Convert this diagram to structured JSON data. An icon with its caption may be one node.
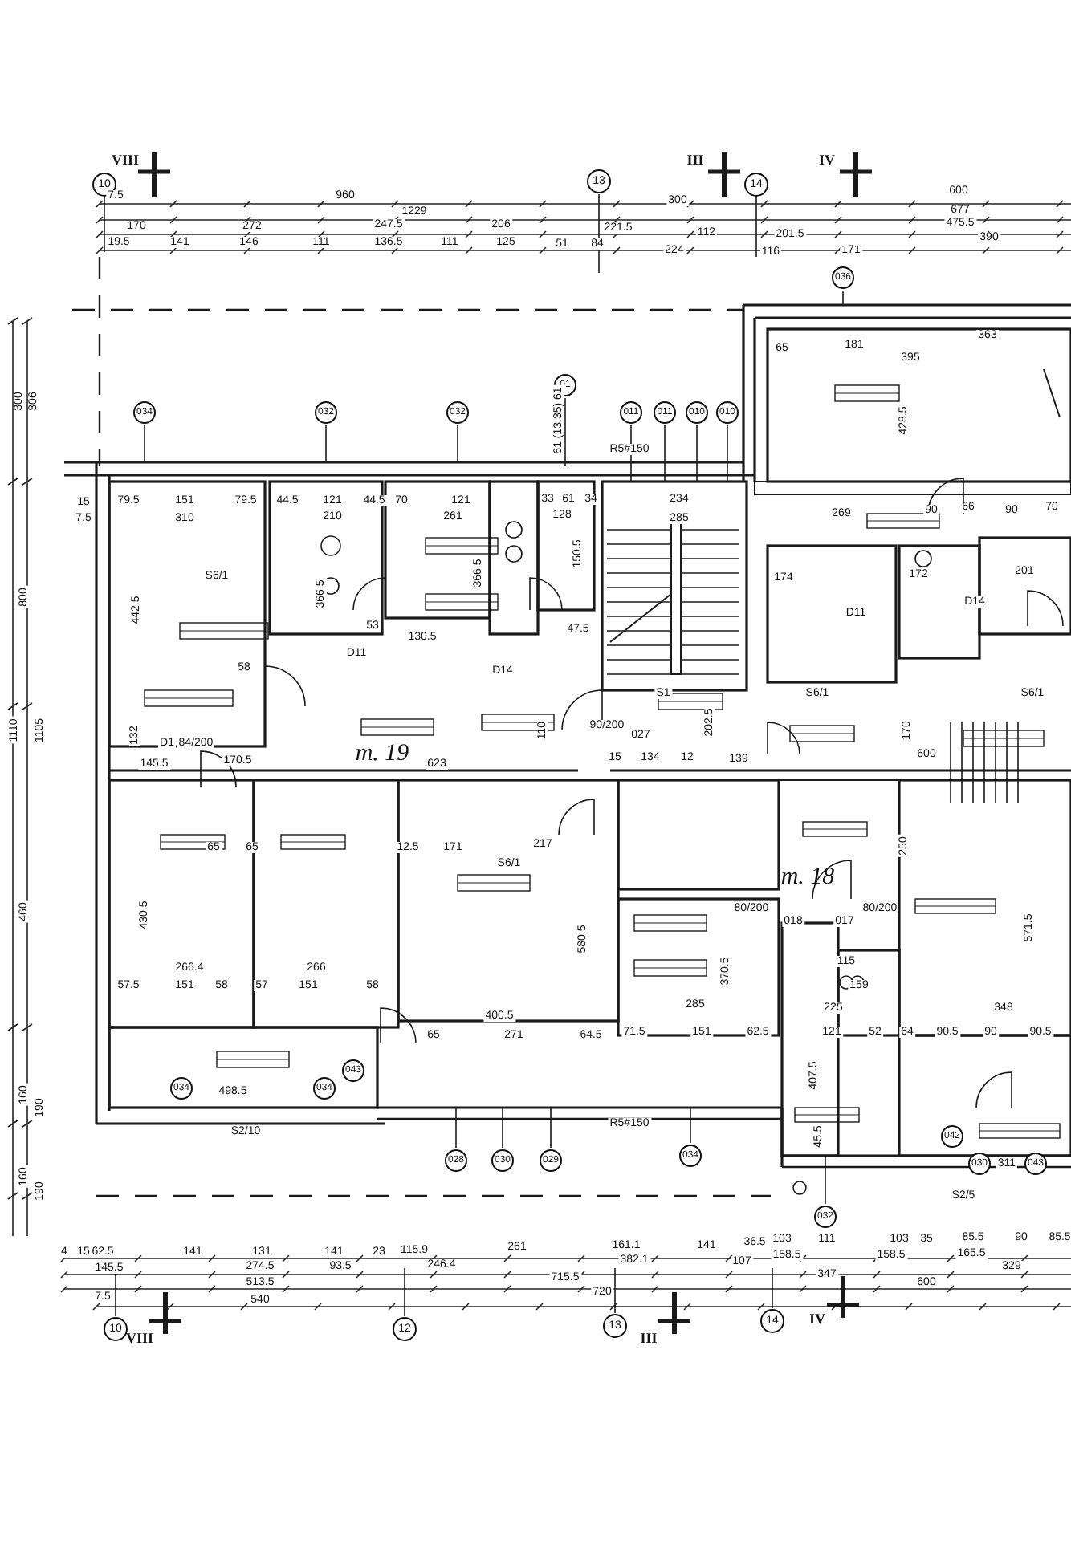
{
  "diagram": {
    "labels": [
      "10",
      "VIII",
      "13",
      "III",
      "14",
      "IV",
      "7.5",
      "960",
      "300",
      "600",
      "1229",
      "677",
      "170",
      "272",
      "247.5",
      "206",
      "221.5",
      "112",
      "201.5",
      "475.5",
      "19.5",
      "141",
      "146",
      "111",
      "136.5",
      "111",
      "125",
      "51",
      "84",
      "224",
      "116",
      "171",
      "390",
      "036",
      "034",
      "032",
      "032",
      "01",
      "011",
      "011",
      "010",
      "010",
      "61 (13.35) 61",
      "R5#150",
      "65",
      "181",
      "363",
      "395",
      "428.5",
      "300",
      "306",
      "800",
      "1110",
      "1105",
      "460",
      "160",
      "190",
      "160",
      "190",
      "15",
      "79.5",
      "151",
      "79.5",
      "7.5",
      "310",
      "442.5",
      "S6/1",
      "58",
      "145.5",
      "170.5",
      "132",
      "D1",
      "84/200",
      "44.5",
      "121",
      "44.5",
      "210",
      "366.5",
      "53",
      "70",
      "121",
      "261",
      "366.5",
      "130.5",
      "33",
      "61",
      "34",
      "128",
      "150.5",
      "47.5",
      "234",
      "285",
      "202.5",
      "S1",
      "90/200",
      "027",
      "m. 19",
      "623",
      "110",
      "15",
      "134",
      "12",
      "139",
      "D14",
      "D11",
      "269",
      "90",
      "66",
      "90",
      "70",
      "174",
      "172",
      "201",
      "D11",
      "D14",
      "S6/1",
      "S6/1",
      "600",
      "170",
      "65",
      "65",
      "430.5",
      "266.4",
      "266",
      "57.5",
      "151",
      "58",
      "57",
      "151",
      "58",
      "12.5",
      "171",
      "217",
      "S6/1",
      "580.5",
      "400.5",
      "65",
      "271",
      "64.5",
      "71.5",
      "151",
      "62.5",
      "285",
      "370.5",
      "498.5",
      "034",
      "034",
      "043",
      "S2/10",
      "R5#150",
      "028",
      "030",
      "029",
      "034",
      "m. 18",
      "80/200",
      "018",
      "80/200",
      "017",
      "250",
      "571.5",
      "115",
      "159",
      "225",
      "348",
      "121",
      "52",
      "64",
      "90.5",
      "90",
      "90.5",
      "407.5",
      "45.5",
      "042",
      "030",
      "311",
      "043",
      "S2/5",
      "032",
      "4",
      "15",
      "62.5",
      "141",
      "131",
      "141",
      "23",
      "115.9",
      "261",
      "161.1",
      "141",
      "36.5",
      "103",
      "111",
      "103",
      "35",
      "85.5",
      "90",
      "85.5",
      "145.5",
      "274.5",
      "93.5",
      "246.4",
      "382.1",
      "107",
      "158.5",
      "158.5",
      "165.5",
      "513.5",
      "715.5",
      "347",
      "329",
      "7.5",
      "540",
      "720",
      "600",
      "10",
      "VIII",
      "12",
      "13",
      "III",
      "14",
      "IV"
    ]
  }
}
